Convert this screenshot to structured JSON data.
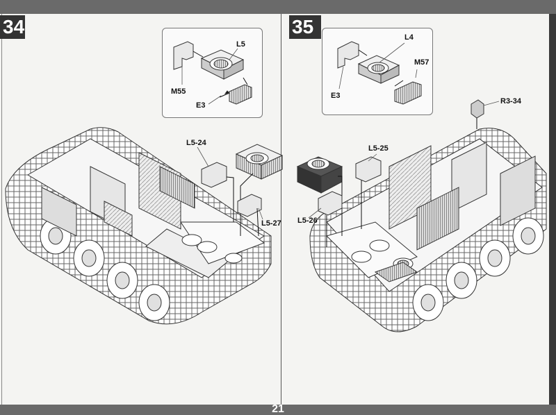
{
  "page_number": "21",
  "steps": [
    {
      "number": "34",
      "inset_labels": {
        "l5": "L5",
        "m55": "M55",
        "e3": "E3"
      },
      "callouts": {
        "l5_24": "L5-24",
        "l5_27": "L5-27"
      }
    },
    {
      "number": "35",
      "inset_labels": {
        "l4": "L4",
        "m57": "M57",
        "e3": "E3"
      },
      "callouts": {
        "l5_25": "L5-25",
        "l5_26": "L5-26",
        "r3_34": "R3-34"
      }
    }
  ]
}
